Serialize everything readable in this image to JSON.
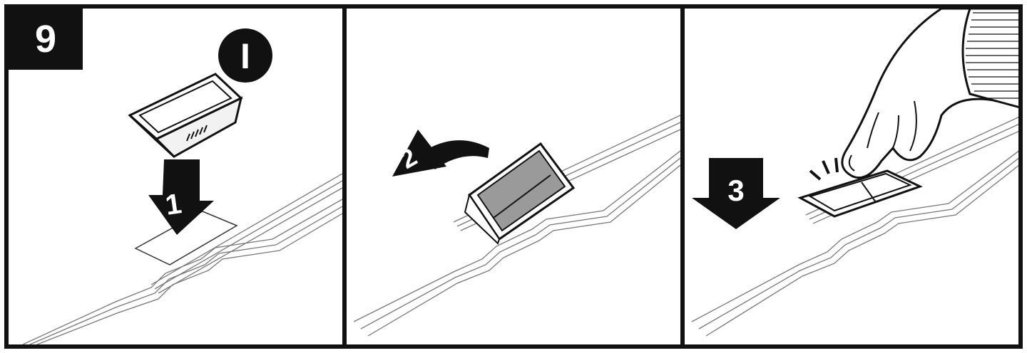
{
  "figure_number": "9",
  "panels": [
    {
      "id": "panel-1",
      "step_label": "1",
      "symbol": "I"
    },
    {
      "id": "panel-2",
      "step_label": "2"
    },
    {
      "id": "panel-3",
      "step_label": "3"
    }
  ],
  "icons": [
    "down-arrow-icon",
    "curved-arrow-icon",
    "bin-icon",
    "hand-icon",
    "click-mark-icon"
  ],
  "colors": {
    "ink": "#111111",
    "paper": "#ffffff",
    "shade": "#888888"
  }
}
